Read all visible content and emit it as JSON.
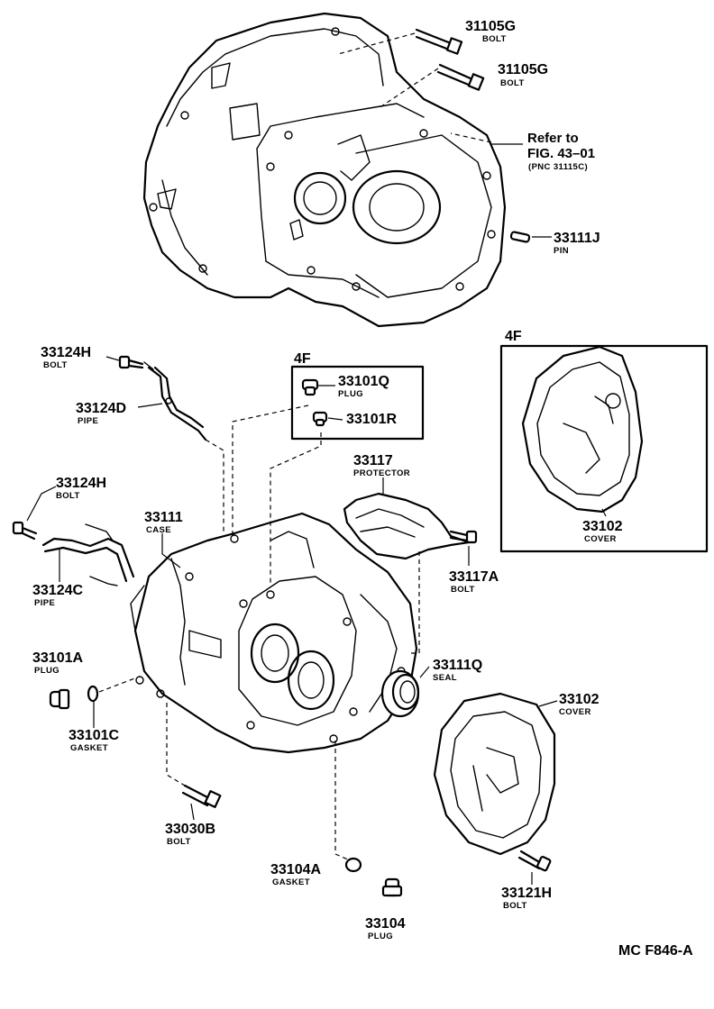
{
  "figure_code": "MC F846-A",
  "labels": {
    "p_31105G_a": {
      "pn": "31105G",
      "sub": "BOLT"
    },
    "p_31105G_b": {
      "pn": "31105G",
      "sub": "BOLT"
    },
    "refer": {
      "l1": "Refer to",
      "l2": "FIG. 43–01",
      "l3": "(PNC 31115C)"
    },
    "p_33111J": {
      "pn": "33111J",
      "sub": "PIN"
    },
    "p_33124H_a": {
      "pn": "33124H",
      "sub": "BOLT"
    },
    "p_33124D": {
      "pn": "33124D",
      "sub": "PIPE"
    },
    "group_4f": {
      "label": "4F"
    },
    "p_33101Q": {
      "pn": "33101Q",
      "sub": "PLUG"
    },
    "p_33101R": {
      "pn": "33101R"
    },
    "p_33117": {
      "pn": "33117",
      "sub": "PROTECTOR"
    },
    "p_33124H_b": {
      "pn": "33124H",
      "sub": "BOLT"
    },
    "p_33111": {
      "pn": "33111",
      "sub": "CASE"
    },
    "p_33124C": {
      "pn": "33124C",
      "sub": "PIPE"
    },
    "p_33117A": {
      "pn": "33117A",
      "sub": "BOLT"
    },
    "p_33101A": {
      "pn": "33101A",
      "sub": "PLUG"
    },
    "p_33101C": {
      "pn": "33101C",
      "sub": "GASKET"
    },
    "p_33111Q": {
      "pn": "33111Q",
      "sub": "SEAL"
    },
    "p_33102_main": {
      "pn": "33102",
      "sub": "COVER"
    },
    "p_33030B": {
      "pn": "33030B",
      "sub": "BOLT"
    },
    "p_33104A": {
      "pn": "33104A",
      "sub": "GASKET"
    },
    "p_33104": {
      "pn": "33104",
      "sub": "PLUG"
    },
    "p_33121H": {
      "pn": "33121H",
      "sub": "BOLT"
    },
    "inset_4f": {
      "label": "4F"
    },
    "p_33102_inset": {
      "pn": "33102",
      "sub": "COVER"
    }
  }
}
